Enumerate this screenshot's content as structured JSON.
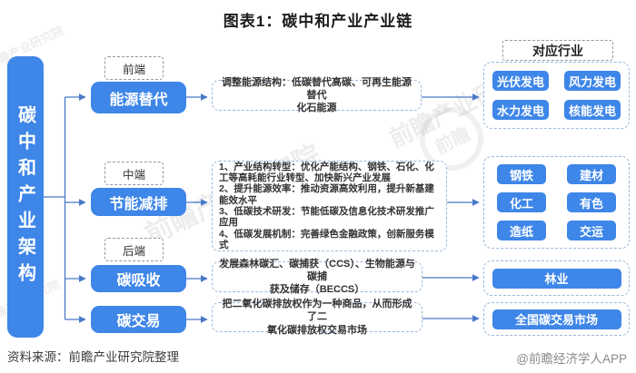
{
  "title": "图表1：碳中和产业产业链",
  "architecture_label": "碳中和产业架构",
  "stages": [
    {
      "phase": "前端",
      "name": "能源替代",
      "description": "调整能源结构：低碳替代高碳、可再生能源替代\n化石能源"
    },
    {
      "phase": "中端",
      "name": "节能减排",
      "description": "1、产业结构转型：优化产能结构、钢铁、石化、化工等高耗能行业转型、加快新兴产业发展\n2、提升能源效率：推动资源高效利用，提升新基建能效水平\n3、低碳技术研发：节能低碳及信息化技术研发推广应用\n4、低碳发展机制：完善绿色金融政策，创新服务模式"
    },
    {
      "phase": "后端",
      "name": "碳吸收",
      "description": "发展森林碳汇、碳捕获（CCS）、生物能源与碳捕\n获及储存（BECCS）"
    },
    {
      "phase": "",
      "name": "碳交易",
      "description": "把二氧化碳排放权作为一种商品，从而形成了二\n氧化碳排放权交易市场"
    }
  ],
  "industries_header": "对应行业",
  "industry_groups": [
    [
      "光伏发电",
      "风力发电",
      "水力发电",
      "核能发电"
    ],
    [
      "钢铁",
      "建材",
      "化工",
      "有色",
      "造纸",
      "交运"
    ],
    [
      "林业"
    ],
    [
      "全国碳交易市场"
    ]
  ],
  "source": "资料来源：前瞻产业研究院整理",
  "credit": "@前瞻经济学人APP",
  "watermark": "前瞻产业研究院",
  "watermark_logo": "前瞻",
  "colors": {
    "node_blue": "#3E86E8",
    "line_blue": "#4878C8",
    "dashed_blue_border": "#9cb8d8",
    "dashed_gray_border": "#97979c"
  }
}
